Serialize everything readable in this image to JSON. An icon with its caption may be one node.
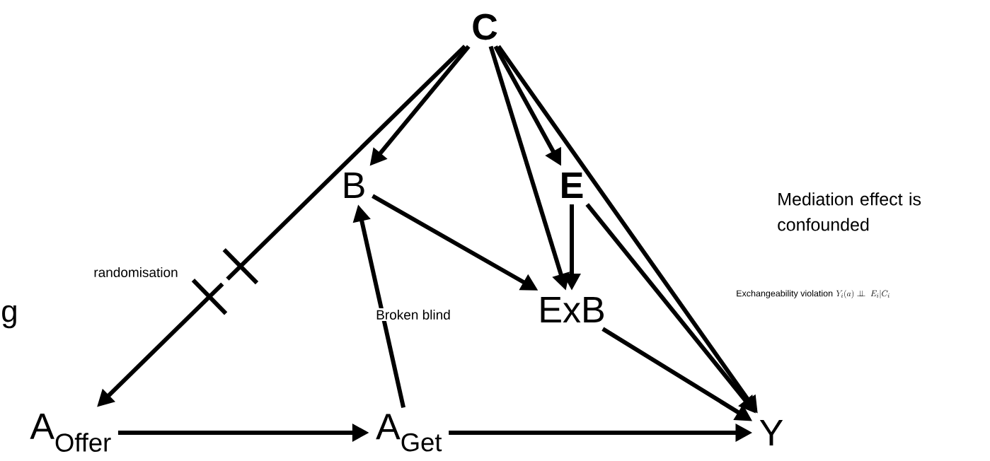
{
  "diagram": {
    "nodes": [
      {
        "text": [
          "**C**"
        ]
      },
      {
        "text": [
          "B"
        ]
      },
      {
        "text": [
          "**E**"
        ]
      },
      {
        "text": [
          "ExB"
        ]
      },
      {
        "text": [
          "A$_{Offer}$"
        ]
      },
      {
        "text": [
          "A$_{Get}$"
        ]
      },
      {
        "text": [
          "Y"
        ]
      }
    ],
    "edges": [
      {
        "from": 0,
        "to": 4,
        "arrow": "to",
        "label": "randomisation"
      },
      {
        "from": 0,
        "to": 1,
        "arrow": "to"
      },
      {
        "from": 0,
        "to": 3,
        "arrow": "to"
      },
      {
        "from": 0,
        "to": 2,
        "arrow": "to"
      },
      {
        "from": 0,
        "to": 6,
        "arrow": "to"
      },
      {
        "from": 1,
        "to": 3,
        "arrow": "to"
      },
      {
        "from": 2,
        "to": 3,
        "arrow": "to"
      },
      {
        "from": 2,
        "to": 6,
        "arrow": "to"
      },
      {
        "from": 3,
        "to": 6,
        "arrow": "to"
      },
      {
        "from": 4,
        "to": 5,
        "arrow": "to"
      },
      {
        "from": 5,
        "to": 1,
        "arrow": "to",
        "label": "Broken blind"
      },
      {
        "from": 5,
        "to": 6,
        "arrow": "to"
      }
    ],
    "labels": [
      "g",
      "Mediation effect is confounded",
      "Exchangeability violation",
      "Y_i(a) \\perp\\!\\!\\!\\perp\\; E_i|C_i"
    ]
  }
}
